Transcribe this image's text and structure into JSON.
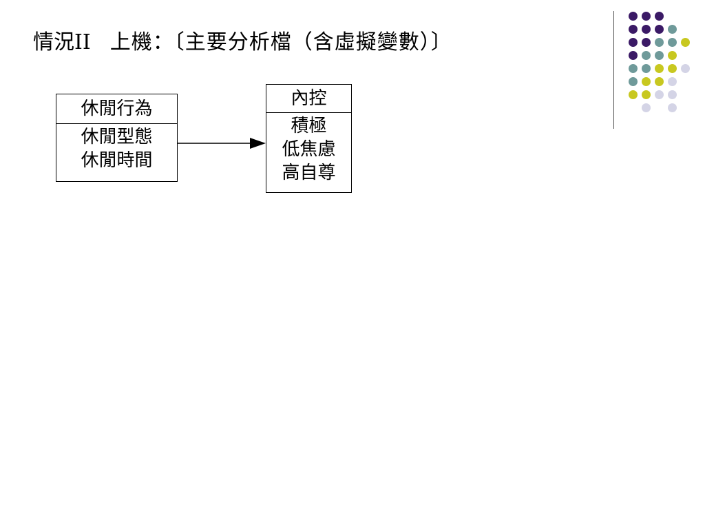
{
  "title": {
    "prefix": "情況II",
    "main": "上機：〔主要分析檔（含虛擬變數）〕"
  },
  "diagram": {
    "left_box": {
      "header": "休閒行為",
      "lines": [
        "休閒型態",
        "休閒時間"
      ]
    },
    "right_box": {
      "header": "內控",
      "lines": [
        "積極",
        "低焦慮",
        "高自尊"
      ]
    }
  },
  "decoration": {
    "colors": {
      "purple": "#3b1a66",
      "teal": "#6f9a9a",
      "yellow": "#c8c820",
      "lavender": "#d4d4e6"
    },
    "dot_grid": [
      [
        "purple",
        "purple",
        "purple",
        "",
        ""
      ],
      [
        "purple",
        "purple",
        "purple",
        "teal",
        ""
      ],
      [
        "purple",
        "purple",
        "teal",
        "teal",
        "yellow"
      ],
      [
        "purple",
        "teal",
        "teal",
        "yellow",
        ""
      ],
      [
        "teal",
        "teal",
        "yellow",
        "yellow",
        "lavender"
      ],
      [
        "teal",
        "yellow",
        "yellow",
        "lavender",
        ""
      ],
      [
        "yellow",
        "yellow",
        "lavender",
        "lavender",
        ""
      ],
      [
        "",
        "lavender",
        "",
        "lavender",
        ""
      ]
    ]
  }
}
